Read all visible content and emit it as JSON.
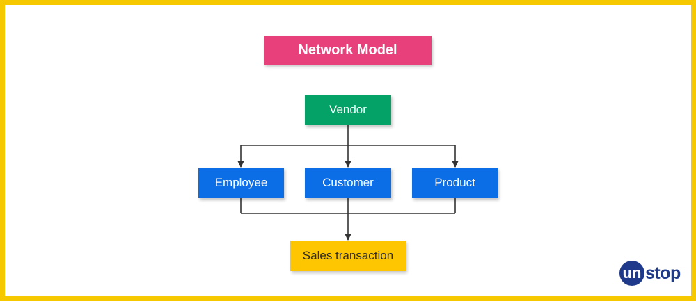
{
  "title": "Network Model",
  "nodes": {
    "vendor": "Vendor",
    "employee": "Employee",
    "customer": "Customer",
    "product": "Product",
    "sales": "Sales transaction"
  },
  "logo": {
    "mark": "un",
    "rest": "stop"
  },
  "colors": {
    "border": "#f5c800",
    "title": "#e8407b",
    "vendor": "#04a266",
    "entity": "#0c6ee6",
    "sales": "#fdc600",
    "connector": "#333333",
    "logo": "#1f3a8a"
  }
}
